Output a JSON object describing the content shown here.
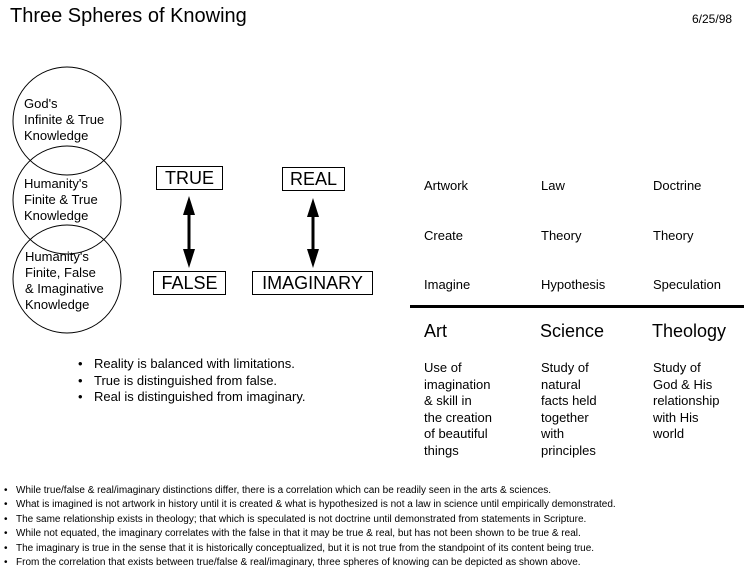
{
  "title": "Three Spheres of Knowing",
  "date": "6/25/98",
  "spheres": [
    {
      "lines": [
        "God's",
        "Infinite & True",
        "Knowledge"
      ]
    },
    {
      "lines": [
        "Humanity's",
        "Finite & True",
        "Knowledge"
      ]
    },
    {
      "lines": [
        "Humanity's",
        "Finite, False",
        "& Imaginative",
        "Knowledge"
      ]
    }
  ],
  "pairs": [
    {
      "top": "TRUE",
      "bottom": "FALSE"
    },
    {
      "top": "REAL",
      "bottom": "IMAGINARY"
    }
  ],
  "columns": [
    {
      "items": [
        "Artwork",
        "Create",
        "Imagine"
      ],
      "heading": "Art",
      "description": [
        "Use of",
        "imagination",
        "& skill in",
        "the creation",
        "of beautiful",
        "things"
      ]
    },
    {
      "items": [
        "Law",
        "Theory",
        "Hypothesis"
      ],
      "heading": "Science",
      "description": [
        "Study of",
        "natural",
        "facts held",
        "together",
        "with",
        "principles"
      ]
    },
    {
      "items": [
        "Doctrine",
        "Theory",
        "Speculation"
      ],
      "heading": "Theology",
      "description": [
        "Study of",
        "God & His",
        "relationship",
        "with His",
        "world"
      ]
    }
  ],
  "middle_bullets": [
    "Reality is balanced with limitations.",
    "True is distinguished from false.",
    "Real is distinguished from imaginary."
  ],
  "bottom_bullets": [
    "While true/false & real/imaginary distinctions differ, there is a correlation which can be readily seen in the arts & sciences.",
    "What is imagined is not artwork in history until it is created & what is hypothesized is not a law in science until empirically demonstrated.",
    "The same relationship exists in theology; that which is speculated is not doctrine until demonstrated from statements in Scripture.",
    "While not equated, the imaginary correlates with the false in that it may be true & real, but has not been shown to be true & real.",
    "The imaginary is true in the sense that it is historically conceptualized, but it is not true from the standpoint of its content being true.",
    "From the correlation that exists between true/false & real/imaginary, three spheres of knowing can be depicted as shown above."
  ]
}
